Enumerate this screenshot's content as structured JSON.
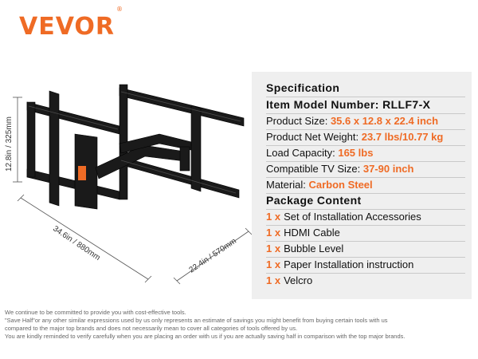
{
  "brand": {
    "name": "VEVOR",
    "mark": "®"
  },
  "dimensions": {
    "height": "12.8in / 325mm",
    "width": "34.6in / 880mm",
    "depth": "22.4in / 570mm"
  },
  "spec": {
    "title": "Specification",
    "model_label": "Item Model Number:",
    "model_value": "RLLF7-X",
    "rows": [
      {
        "label": "Product Size: ",
        "value": "35.6 x 12.8 x 22.4 inch"
      },
      {
        "label": "Product Net Weight: ",
        "value": "23.7 lbs/10.77 kg"
      },
      {
        "label": "Load Capacity: ",
        "value": "165 lbs"
      },
      {
        "label": "Compatible TV Size: ",
        "value": "37-90 inch"
      },
      {
        "label": "Material: ",
        "value": "Carbon Steel"
      }
    ],
    "package_title": "Package Content",
    "package_items": [
      {
        "qty": "1 x",
        "name": "Set of Installation Accessories"
      },
      {
        "qty": "1 x",
        "name": "HDMI Cable"
      },
      {
        "qty": "1 x",
        "name": "Bubble Level"
      },
      {
        "qty": "1 x",
        "name": "Paper Installation instruction"
      },
      {
        "qty": "1 x",
        "name": "Velcro"
      }
    ]
  },
  "disclaimer": [
    "We continue to be committed to provide you with cost-effective tools.",
    "\"Save Half\"or any other similar expressions used by us only represents an estimate of savings you might benefit from buying certain tools with us",
    "compared to the major top brands and does not necessarily mean to cover all categories of tools offered by us.",
    "You are kindly reminded to verify carefully when you are placing an order with us if you are actually saving half in comparison with the top major brands."
  ],
  "colors": {
    "accent": "#ef6b25",
    "panel": "#efefef",
    "mount": "#1a1a1a"
  }
}
